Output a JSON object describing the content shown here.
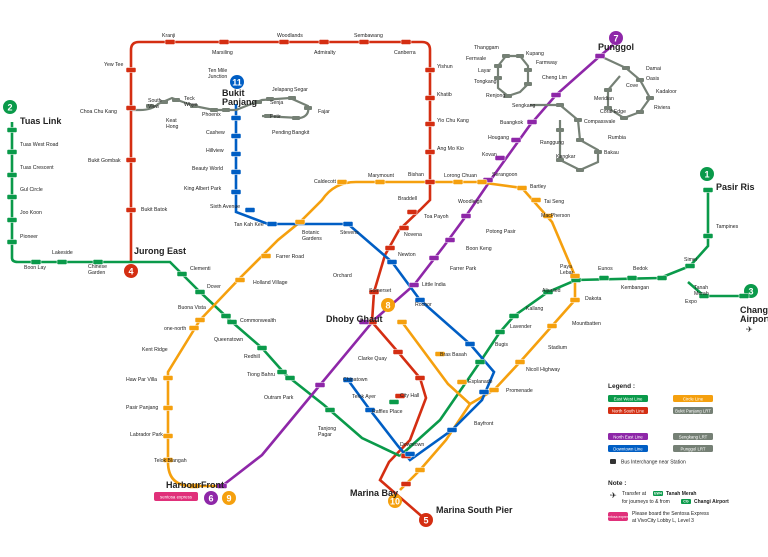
{
  "colors": {
    "ewl": "#0a9a4a",
    "nsl": "#d42e12",
    "nel": "#8e27a8",
    "ccl": "#f5a00e",
    "dtl": "#005ec4",
    "lrt": "#758075",
    "sentosa": "#e0307a"
  },
  "lines": {
    "ewl_num": "2",
    "nsl_num": "4",
    "nsl_num2": "5",
    "nel_num": "6",
    "nel_num2": "7",
    "ccl_num": "8",
    "ccl_num2": "9",
    "ccl_num3": "10",
    "bp_num": "11",
    "ewl_num2": "1",
    "ewl_num3": "3"
  },
  "terminals": {
    "tuas_link": "Tuas Link",
    "jurong_east": "Jurong East",
    "pasir_ris": "Pasir Ris",
    "changi_airport": "Changi\nAirport",
    "punggol": "Punggol",
    "bukit_panjang": "Bukit\nPanjang",
    "harbourfront": "HarbourFront",
    "dhoby_ghaut": "Dhoby Ghaut",
    "marina_bay": "Marina Bay",
    "marina_south_pier": "Marina South Pier"
  },
  "stations": {
    "tuas_west_road": "Tuas West Road",
    "tuas_crescent": "Tuas Crescent",
    "gul_circle": "Gul Circle",
    "joo_koon": "Joo Koon",
    "pioneer": "Pioneer",
    "boon_lay": "Boon Lay",
    "lakeside": "Lakeside",
    "chinese_garden": "Chinese\nGarden",
    "clementi": "Clementi",
    "dover": "Dover",
    "buona_vista": "Buona Vista",
    "commonwealth": "Commonwealth",
    "queenstown": "Queenstown",
    "redhill": "Redhill",
    "tiong_bahru": "Tiong Bahru",
    "outram_park": "Outram Park",
    "tanjong_pagar": "Tanjong\nPagar",
    "raffles_place": "Raffles Place",
    "city_hall": "City Hall",
    "bugis": "Bugis",
    "lavender": "Lavender",
    "kallang": "Kallang",
    "aljunied": "Aljunied",
    "paya_lebar": "Paya\nLebar",
    "eunos": "Eunos",
    "kembangan": "Kembangan",
    "bedok": "Bedok",
    "tanah_merah": "Tanah\nMerah",
    "expo": "Expo",
    "simei": "Simei",
    "tampines": "Tampines",
    "yew_tee": "Yew Tee",
    "kranji": "Kranji",
    "marsiling": "Marsiling",
    "woodlands": "Woodlands",
    "admiralty": "Admiralty",
    "sembawang": "Sembawang",
    "canberra": "Canberra",
    "yishun": "Yishun",
    "khatib": "Khatib",
    "yio_chu_kang": "Yio Chu Kang",
    "ang_mo_kio": "Ang Mo Kio",
    "bishan": "Bishan",
    "braddell": "Braddell",
    "toa_payoh": "Toa Payoh",
    "novena": "Novena",
    "newton": "Newton",
    "orchard": "Orchard",
    "somerset": "Somerset",
    "choa_chu_kang": "Choa Chu Kang",
    "bukit_gombak": "Bukit Gombak",
    "bukit_batok": "Bukit Batok",
    "cashew": "Cashew",
    "hillview": "Hillview",
    "beauty_world": "Beauty World",
    "king_albert_park": "King Albert Park",
    "sixth_avenue": "Sixth Avenue",
    "tan_kah_kee": "Tan Kah Kee",
    "botanic_gardens": "Botanic\nGardens",
    "stevens": "Stevens",
    "little_india": "Little India",
    "rochor": "Rochor",
    "farrer_park": "Farrer Park",
    "boon_keng": "Boon Keng",
    "potong_pasir": "Potong Pasir",
    "woodleigh": "Woodleigh",
    "serangoon": "Serangoon",
    "kovan": "Kovan",
    "hougang": "Hougang",
    "buangkok": "Buangkok",
    "sengkang": "Sengkang",
    "clarke_quay": "Clarke Quay",
    "chinatown": "Chinatown",
    "telok_ayer": "Telok Ayer",
    "downtown": "Downtown",
    "bayfront": "Bayfront",
    "promenade": "Promenade",
    "esplanade": "Esplanade",
    "bras_basah": "Bras Basah",
    "nicoll_highway": "Nicoll Highway",
    "stadium": "Stadium",
    "mountbatten": "Mountbatten",
    "dakota": "Dakota",
    "macpherson": "MacPherson",
    "tai_seng": "Tai Seng",
    "bartley": "Bartley",
    "lorong_chuan": "Lorong Chuan",
    "marymount": "Marymount",
    "caldecott": "Caldecott",
    "farrer_road": "Farrer Road",
    "holland_village": "Holland Village",
    "one_north": "one-north",
    "kent_ridge": "Kent Ridge",
    "haw_par_villa": "Haw Par Villa",
    "pasir_panjang": "Pasir Panjang",
    "labrador_park": "Labrador Park",
    "telok_blangah": "Telok Blangah",
    "south_view": "South\nView",
    "keat_hong": "Keat\nHong",
    "teck_whye": "Teck\nWhye",
    "phoenix": "Phoenix",
    "ten_mile_junction": "Ten Mile\nJunction",
    "jelapang": "Jelapang",
    "segar": "Segar",
    "senja": "Senja",
    "fajar": "Fajar",
    "petir": "Petir",
    "pending": "Pending",
    "bangkit": "Bangkit",
    "thanggam": "Thanggam",
    "kupang": "Kupang",
    "farmway": "Farmway",
    "fernvale": "Fernvale",
    "layar": "Layar",
    "tongkang": "Tongkang",
    "cheng_lim": "Cheng Lim",
    "renjong": "Renjong",
    "compassvale": "Compassvale",
    "rumbia": "Rumbia",
    "bakau": "Bakau",
    "kangkar": "Kangkar",
    "ranggung": "Ranggung",
    "damai": "Damai",
    "oasis": "Oasis",
    "cove": "Cove",
    "kadaloor": "Kadaloor",
    "meridian": "Meridian",
    "riviera": "Riviera",
    "coral_edge": "Coral Edge"
  },
  "legend": {
    "title": "Legend :",
    "ewl": "East West Line",
    "ccl": "Circle Line",
    "nsl": "North South Line",
    "bp_lrt": "Bukit Panjang LRT",
    "nel": "North East Line",
    "sk_lrt": "Sengkang LRT",
    "dtl": "Downtown Line",
    "pg_lrt": "Punggol LRT",
    "interchange": "Bus Interchange near Station"
  },
  "note": {
    "title": "Note :",
    "transfer_1": "Transfer at",
    "transfer_2": "Tanah Merah",
    "transfer_3": "for journeys to & from",
    "transfer_4": "Changi Airport",
    "code_cg": "CG",
    "code_ew4": "EW4",
    "sentosa_1": "Please board the Sentosa Express",
    "sentosa_2": "at VivoCity Lobby L, Level 3",
    "sentosa_badge": "sentosa express"
  }
}
